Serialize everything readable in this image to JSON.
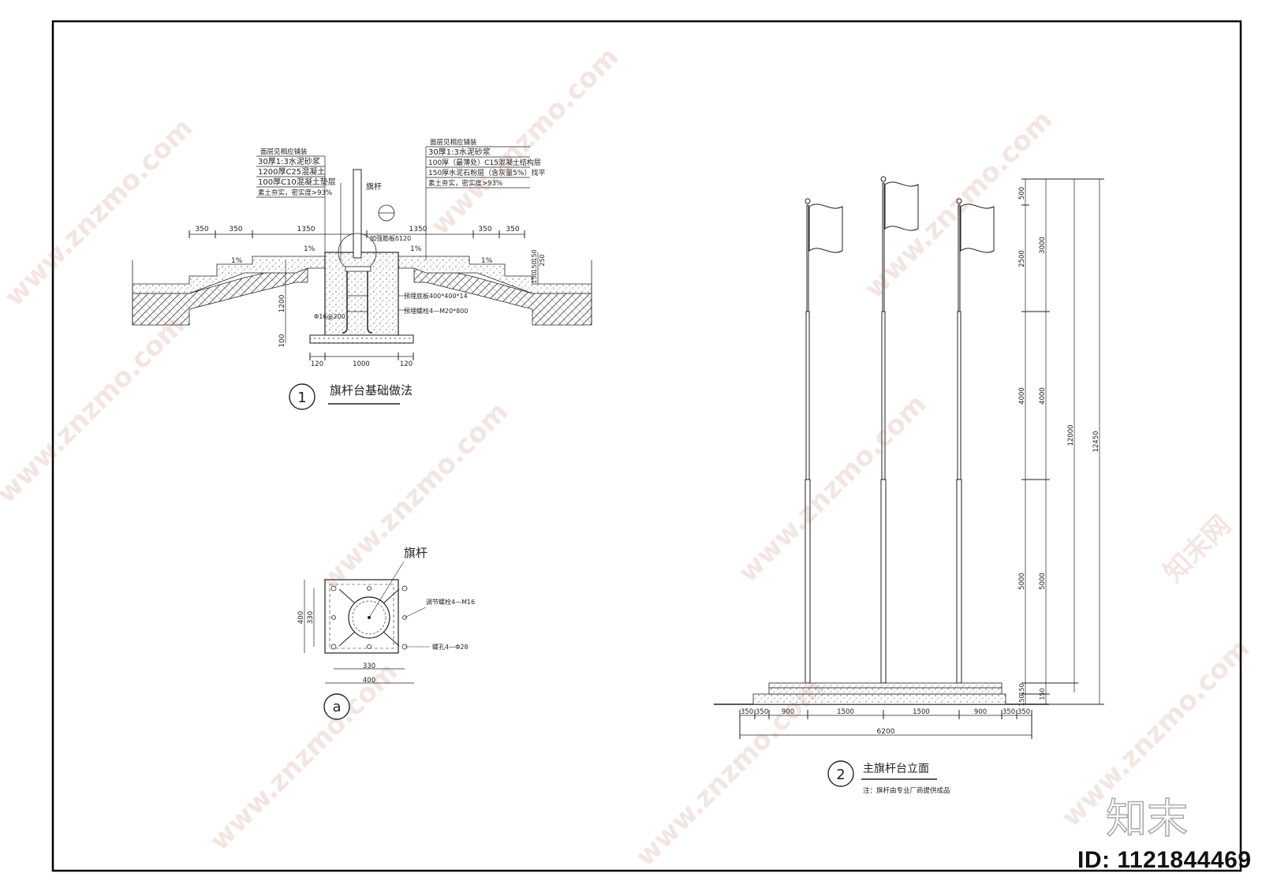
{
  "detail1": {
    "title": "旗杆台基础做法",
    "number": "1",
    "notes_left": [
      "面层见相应铺装",
      "30厚1:3水泥砂浆",
      "1200厚C25混凝土",
      "100厚C10混凝土垫层",
      "素土夯实，密实度>93%"
    ],
    "notes_right": [
      "面层见相应铺装",
      "30厚1:3水泥砂浆",
      "100厚（最薄处）C15混凝土结构层",
      "150厚水泥石粉层（含灰量5%）找平",
      "素土夯实，密实度>93%"
    ],
    "pole_label": "旗杆",
    "rebar_label": "加强筋板δ120",
    "plate_label": "预埋底板400*400*14",
    "bolt_label": "预埋螺栓4—M20*800",
    "depth_label": "1200",
    "pad_label": "100",
    "rebar_side_label": "Φ16@200",
    "slope_labels": [
      "1%",
      "1%",
      "1%",
      "1%"
    ],
    "dims_top": [
      "350",
      "350",
      "1350",
      "1350",
      "350",
      "350"
    ],
    "dims_bottom": [
      "120",
      "1000",
      "120"
    ],
    "dims_right": [
      "150",
      "150",
      "150",
      "250"
    ]
  },
  "detail_a": {
    "number": "a",
    "pole_label": "旗杆",
    "bolt_label": "调节螺栓4—M16",
    "hole_label": "螺孔4—Φ28",
    "dims": [
      "330",
      "400",
      "400",
      "330"
    ]
  },
  "detail2": {
    "title": "主旗杆台立面",
    "number": "2",
    "note": "注：旗杆由专业厂商提供成品",
    "dims_bottom": [
      "350",
      "350",
      "900",
      "1500",
      "1500",
      "900",
      "350",
      "350"
    ],
    "total_width": "6200",
    "dims_right": [
      "500",
      "2500",
      "4000",
      "5000",
      "150",
      "150"
    ],
    "dims_right2": [
      "3000",
      "4000",
      "5000",
      "150"
    ],
    "height_main": "12000",
    "height_total": "12450"
  },
  "watermarks": {
    "logo": "知末",
    "site": "www.znzmo.com",
    "site_cn": "知末网"
  },
  "id_label": "ID: 1121844469"
}
